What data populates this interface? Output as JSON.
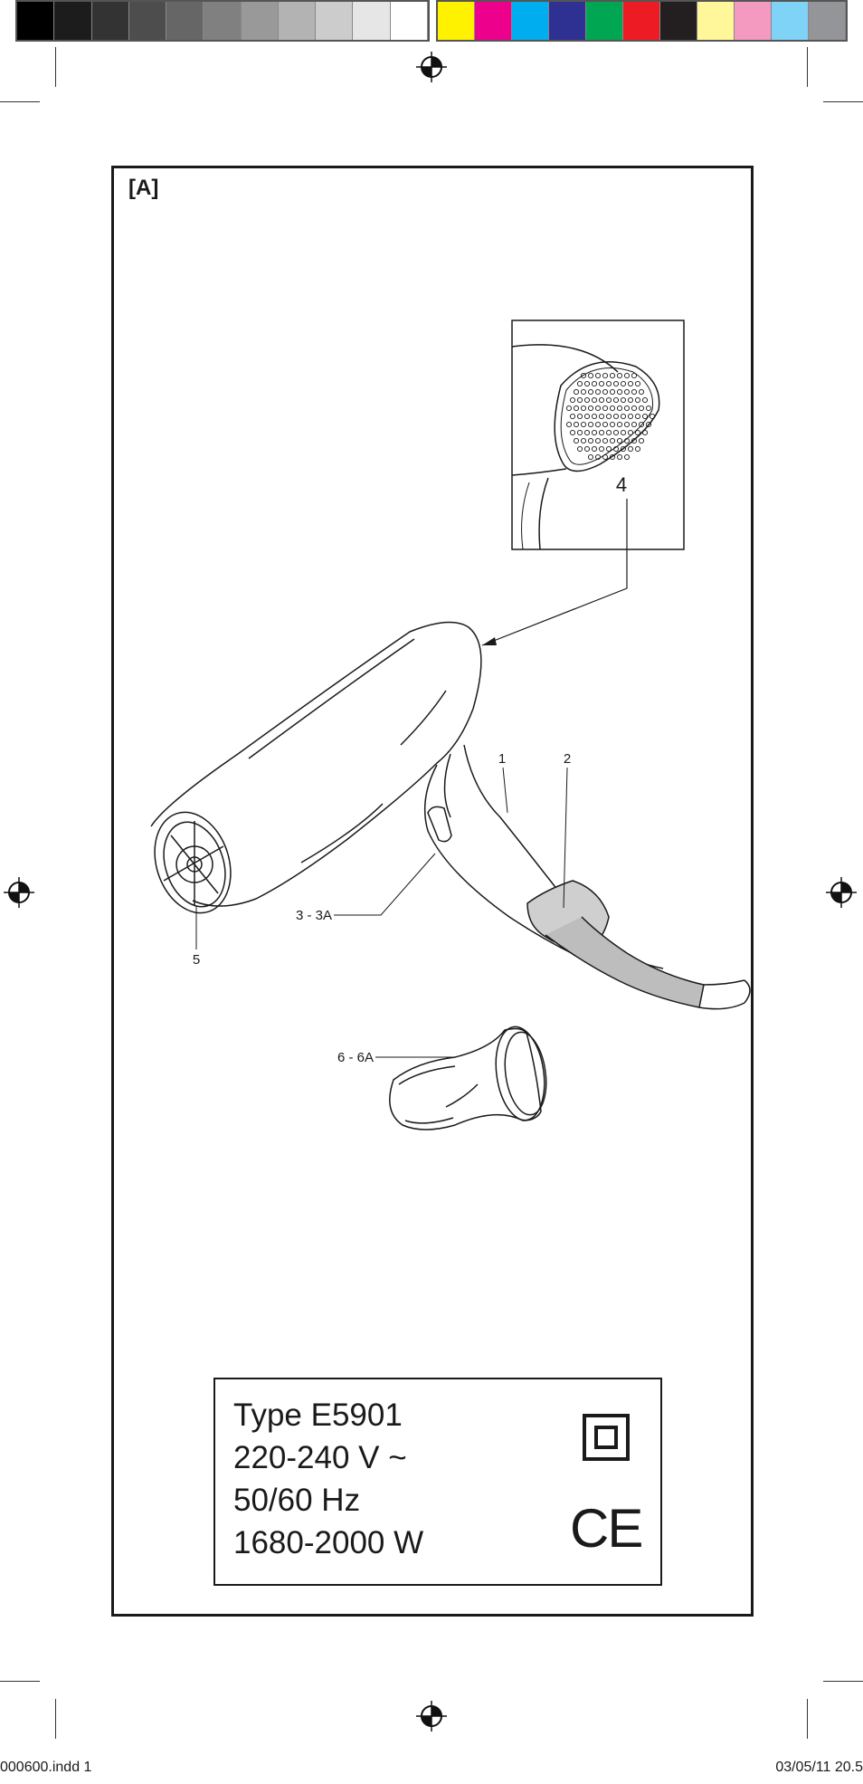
{
  "print_marks": {
    "gray_swatches": [
      "#000000",
      "#1c1c1c",
      "#333333",
      "#4d4d4d",
      "#666666",
      "#808080",
      "#999999",
      "#b3b3b3",
      "#cccccc",
      "#e6e6e6",
      "#ffffff"
    ],
    "color_swatches": [
      "#fff200",
      "#ec008c",
      "#00aeef",
      "#2e3192",
      "#00a651",
      "#ed1c24",
      "#231f20",
      "#fff799",
      "#f49ac1",
      "#7fd3f7",
      "#939598"
    ]
  },
  "figure": {
    "label": "[A]",
    "callouts": {
      "c1": "1",
      "c2": "2",
      "c3": "3 - 3A",
      "c4": "4",
      "c5": "5",
      "c6": "6 - 6A"
    }
  },
  "rating_plate": {
    "type": "Type E5901",
    "voltage": "220-240 V ~",
    "frequency": "50/60 Hz",
    "power": "1680-2000 W",
    "symbols": [
      "double-insulation-icon",
      "ce-mark-icon"
    ]
  },
  "slug": {
    "file": "000600.indd   1",
    "date": "03/05/11   20.5"
  }
}
